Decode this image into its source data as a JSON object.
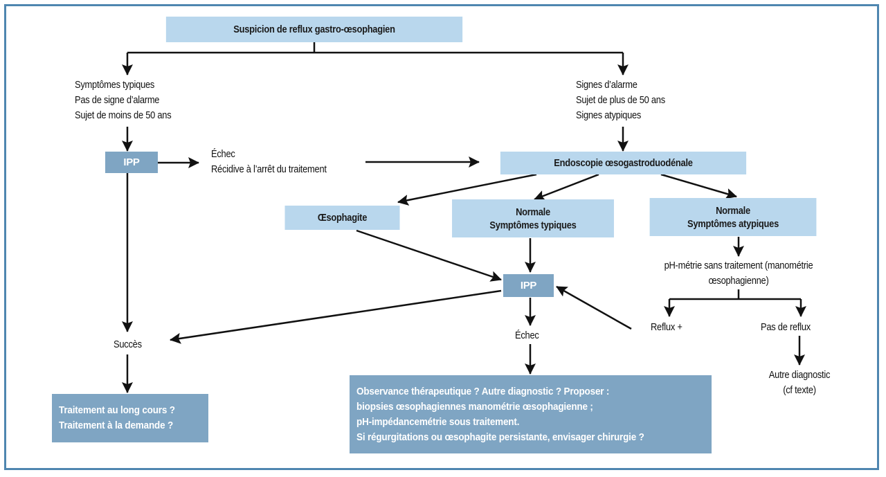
{
  "diagram": {
    "colors": {
      "light_box": "#b9d7ed",
      "dark_box": "#7fa5c3",
      "frame": "#4f86b0",
      "arrow": "#111111"
    },
    "nodes": {
      "root": {
        "lines": [
          "Suspicion de reflux gastro-œsophagien"
        ]
      },
      "typical": {
        "lines": [
          "Symptômes typiques",
          "Pas de signe d’alarme",
          "Sujet de moins de 50 ans"
        ]
      },
      "alarm": {
        "lines": [
          "Signes d’alarme",
          "Sujet de plus de 50 ans",
          "Signes atypiques"
        ]
      },
      "ipp1": {
        "lines": [
          "IPP"
        ]
      },
      "echec1": {
        "lines": [
          "Échec",
          "Récidive à l’arrêt du traitement"
        ]
      },
      "endoscopy": {
        "lines": [
          "Endoscopie œsogastroduodénale"
        ]
      },
      "oesophagite": {
        "lines": [
          "Œsophagite"
        ]
      },
      "normal_typ": {
        "lines": [
          "Normale",
          "Symptômes typiques"
        ]
      },
      "normal_atyp": {
        "lines": [
          "Normale",
          "Symptômes atypiques"
        ]
      },
      "phmetry": {
        "lines": [
          "pH-métrie sans traitement (manométrie",
          "œsophagienne)"
        ]
      },
      "ipp2": {
        "lines": [
          "IPP"
        ]
      },
      "reflux_plus": {
        "lines": [
          "Reflux +"
        ]
      },
      "no_reflux": {
        "lines": [
          "Pas de reflux"
        ]
      },
      "other_dx": {
        "lines": [
          "Autre diagnostic",
          "(cf texte)"
        ]
      },
      "success": {
        "lines": [
          "Succès"
        ]
      },
      "echec2": {
        "lines": [
          "Échec"
        ]
      },
      "long_term": {
        "lines": [
          "Traitement au long cours ?",
          "Traitement à la demande ?"
        ]
      },
      "workup": {
        "lines": [
          "Observance thérapeutique ? Autre diagnostic ? Proposer :",
          "biopsies œsophagiennes manométrie œsophagienne ;",
          "pH-impédancemétrie sous traitement.",
          "Si régurgitations ou œsophagite persistante, envisager chirurgie ?"
        ]
      }
    },
    "edges": [
      [
        "root",
        "typical"
      ],
      [
        "root",
        "alarm"
      ],
      [
        "typical",
        "ipp1"
      ],
      [
        "ipp1",
        "echec1"
      ],
      [
        "echec1",
        "endoscopy"
      ],
      [
        "alarm",
        "endoscopy"
      ],
      [
        "endoscopy",
        "oesophagite"
      ],
      [
        "endoscopy",
        "normal_typ"
      ],
      [
        "endoscopy",
        "normal_atyp"
      ],
      [
        "ipp1",
        "success"
      ],
      [
        "oesophagite",
        "ipp2"
      ],
      [
        "normal_typ",
        "ipp2"
      ],
      [
        "normal_atyp",
        "phmetry"
      ],
      [
        "phmetry",
        "reflux_plus"
      ],
      [
        "phmetry",
        "no_reflux"
      ],
      [
        "reflux_plus",
        "ipp2"
      ],
      [
        "no_reflux",
        "other_dx"
      ],
      [
        "ipp2",
        "success"
      ],
      [
        "ipp2",
        "echec2"
      ],
      [
        "echec2",
        "workup"
      ],
      [
        "success",
        "long_term"
      ]
    ]
  }
}
